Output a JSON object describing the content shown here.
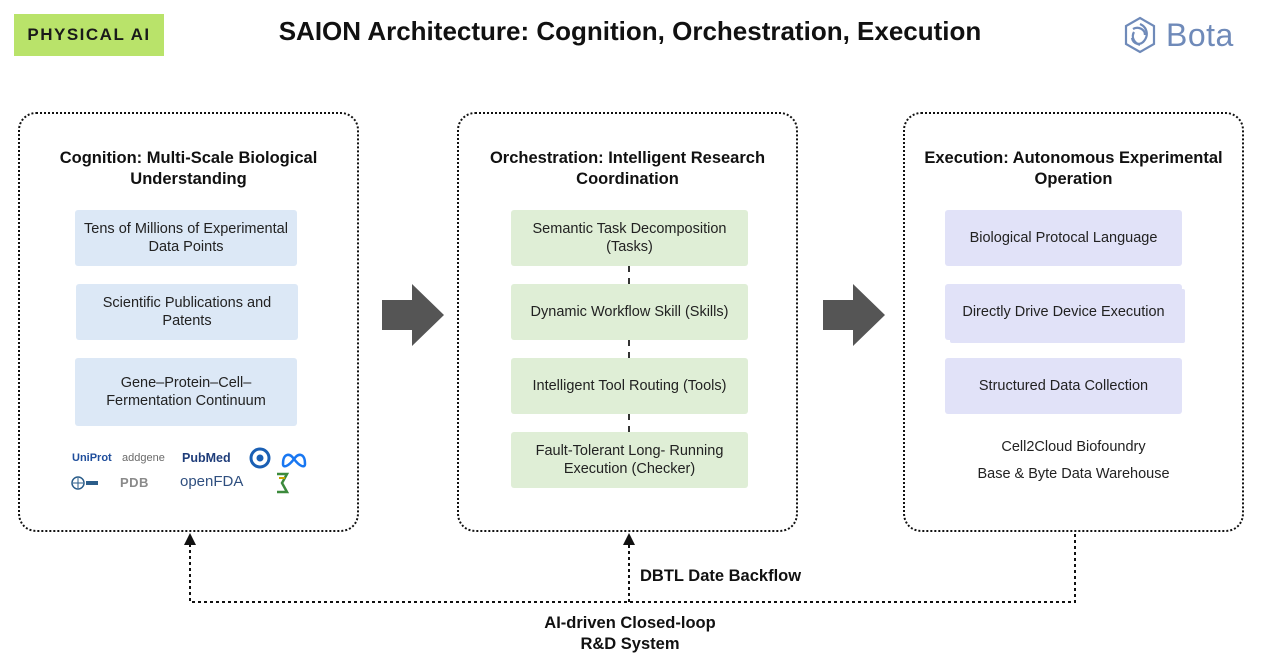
{
  "header": {
    "tag": "PHYSICAL AI",
    "title": "SAION Architecture: Cognition, Orchestration, Execution",
    "brand": "Bota"
  },
  "panels": [
    {
      "title": "Cognition: Multi-Scale Biological Understanding",
      "items": [
        "Tens of Millions of Experimental Data Points",
        "Scientific Publications and Patents",
        "Gene–Protein–Cell–Fermentation Continuum"
      ],
      "sources": [
        "UniProt",
        "addgene",
        "PubMed",
        "PDB",
        "openFDA"
      ]
    },
    {
      "title": "Orchestration: Intelligent Research Coordination",
      "items": [
        "Semantic Task Decomposition (Tasks)",
        "Dynamic Workflow Skill (Skills)",
        "Intelligent Tool Routing (Tools)",
        "Fault-Tolerant Long- Running Execution (Checker)"
      ]
    },
    {
      "title": "Execution: Autonomous Experimental Operation",
      "items": [
        "Biological Protocal Language",
        "Directly Drive Device Execution",
        "Structured Data Collection"
      ],
      "notes": [
        "Cell2Cloud Biofoundry",
        "Base & Byte Data Warehouse"
      ]
    }
  ],
  "feedback": {
    "backflow_label": "DBTL Date Backflow",
    "loop_label_line1": "AI-driven Closed-loop",
    "loop_label_line2": "R&D System"
  },
  "colors": {
    "tag_bg": "#b9e36a",
    "cognition_box": "#dce8f6",
    "orchestration_box": "#dfeed6",
    "execution_box": "#e1e2f8",
    "arrow": "#555555",
    "logo": "#6f8ab9"
  },
  "icons": [
    "bota-logo-icon",
    "right-arrow-icon",
    "nhgri-icon",
    "meta-icon",
    "fermentation-icon",
    "ncbi-icon"
  ]
}
